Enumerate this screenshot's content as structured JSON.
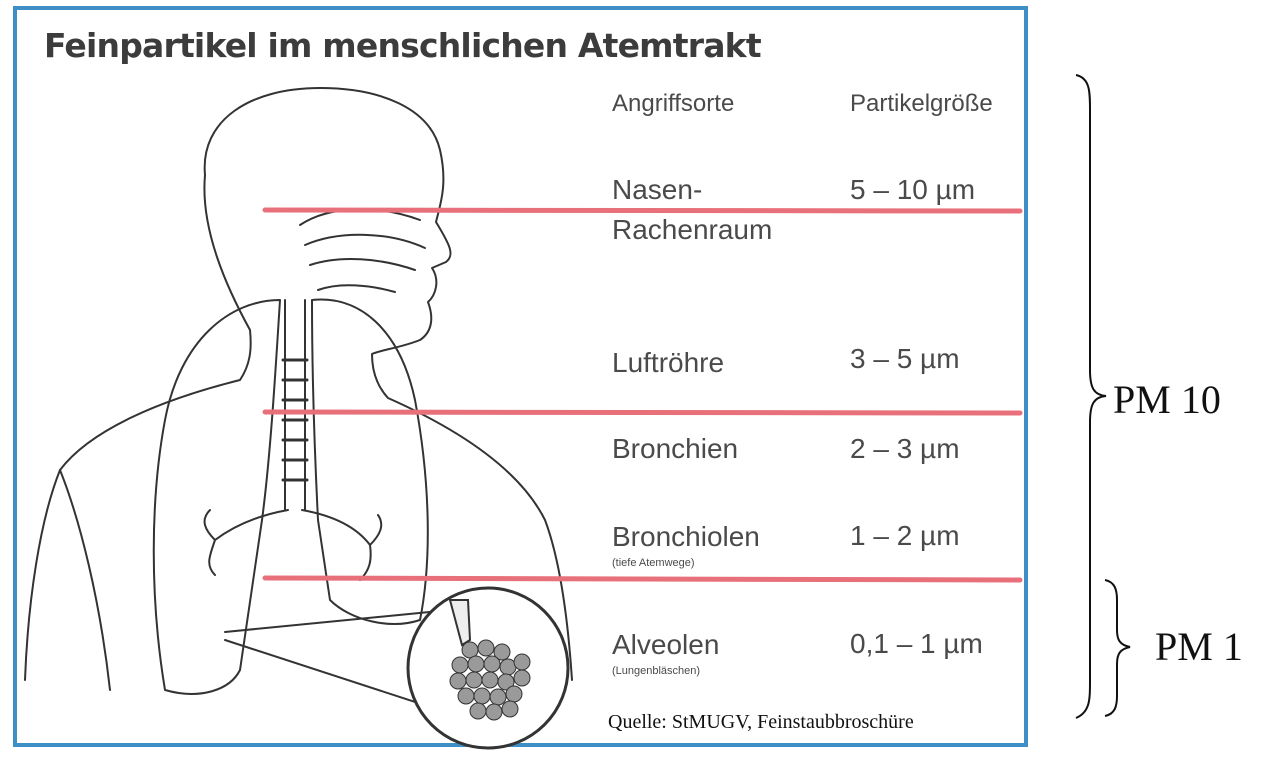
{
  "title": "Feinpartikel im menschlichen Atemtrakt",
  "headers": {
    "sites": "Angriffsorte",
    "sizes": "Partikelgröße"
  },
  "rows": [
    {
      "site": "Nasen-\nRachenraum",
      "note": "",
      "size": "5 – 10 µm"
    },
    {
      "site": "Luftröhre",
      "note": "",
      "size": "3 – 5 µm"
    },
    {
      "site": "Bronchien",
      "note": "",
      "size": "2 – 3 µm"
    },
    {
      "site": "Bronchiolen",
      "note": "(tiefe Atemwege)",
      "size": "1 – 2 µm"
    },
    {
      "site": "Alveolen",
      "note": "(Lungenbläschen)",
      "size": "0,1 – 1 µm"
    }
  ],
  "source": "Quelle: StMUGV, Feinstaubbroschüre",
  "brackets": {
    "pm10": "PM 10",
    "pm1": "PM 1"
  },
  "colors": {
    "frame": "#3d8fc6",
    "divider": "#e8707a",
    "text": "#4a4a4a"
  }
}
